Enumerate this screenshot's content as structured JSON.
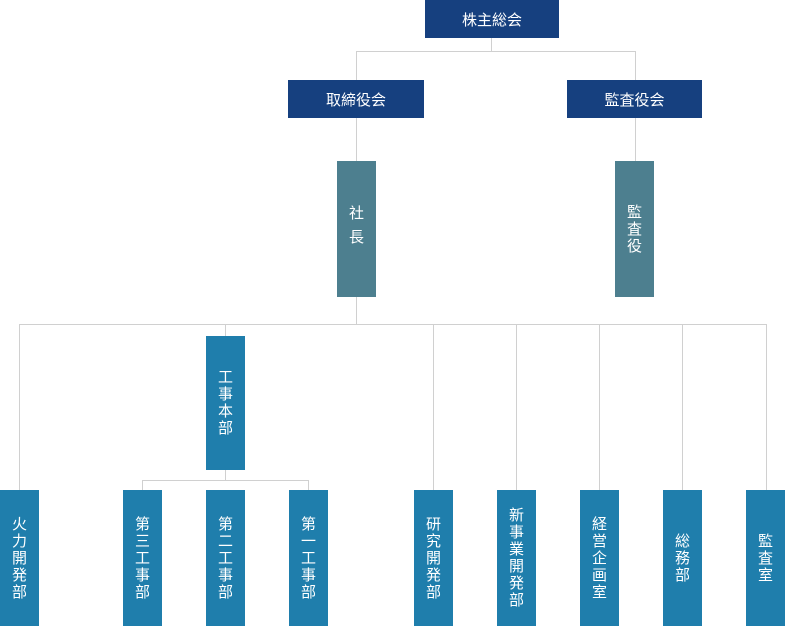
{
  "top": {
    "shareholders": "株主総会",
    "board": "取締役会",
    "auditors_board": "監査役会"
  },
  "mid": {
    "president": "社長",
    "auditor": "監査役"
  },
  "construction": {
    "hq": "工事本部",
    "dept3": "第三工事部",
    "dept2": "第二工事部",
    "dept1": "第一工事部"
  },
  "departments": {
    "thermal": "火力開発部",
    "research": "研究開発部",
    "new_business": "新事業開発部",
    "planning": "経営企画室",
    "general_affairs": "総務部",
    "audit_office": "監査室"
  }
}
